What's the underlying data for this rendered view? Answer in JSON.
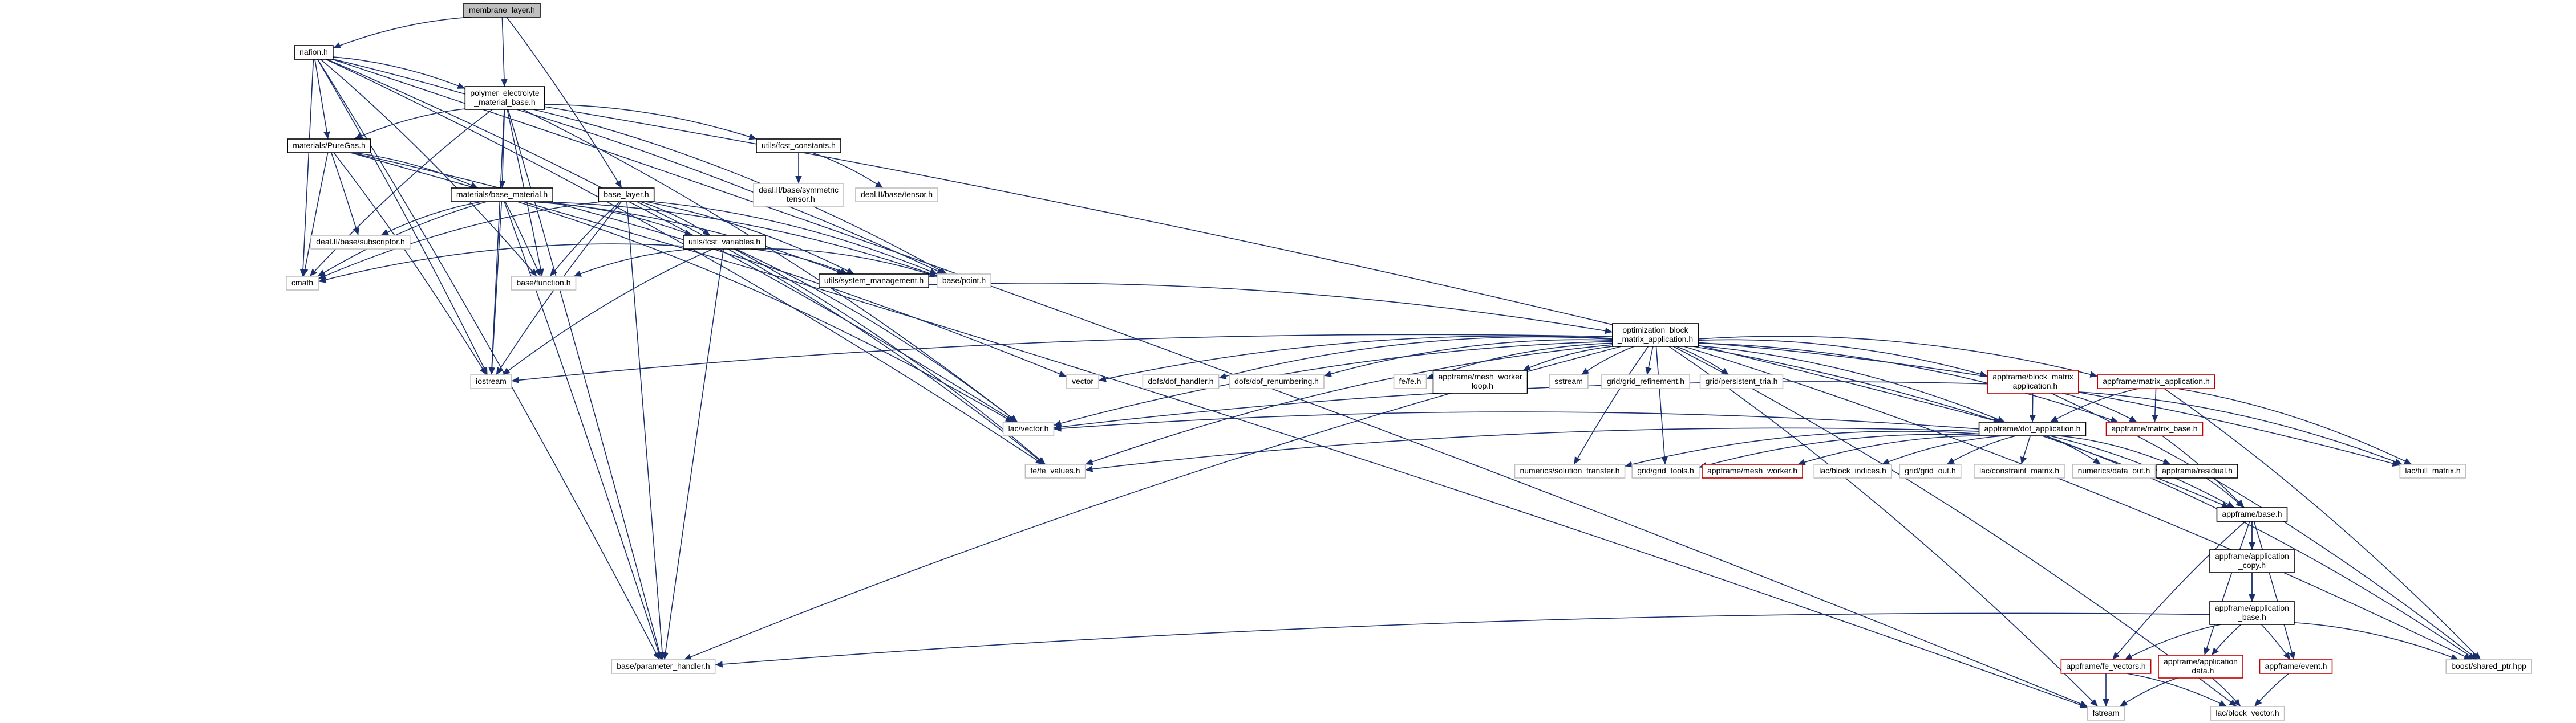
{
  "graph": {
    "nodes": [
      {
        "id": "membrane_layer",
        "lines": [
          "membrane_layer.h"
        ],
        "style": "root"
      },
      {
        "id": "nafion",
        "lines": [
          "nafion.h"
        ],
        "style": "solid"
      },
      {
        "id": "polymer",
        "lines": [
          "polymer_electrolyte",
          "_material_base.h"
        ],
        "style": "solid"
      },
      {
        "id": "base_layer",
        "lines": [
          "base_layer.h"
        ],
        "style": "solid"
      },
      {
        "id": "pureGas",
        "lines": [
          "materials/PureGas.h"
        ],
        "style": "solid"
      },
      {
        "id": "fcst_constants",
        "lines": [
          "utils/fcst_constants.h"
        ],
        "style": "solid"
      },
      {
        "id": "base_material",
        "lines": [
          "materials/base_material.h"
        ],
        "style": "solid"
      },
      {
        "id": "symm_tensor",
        "lines": [
          "deal.II/base/symmetric",
          "_tensor.h"
        ],
        "style": "light"
      },
      {
        "id": "tensor",
        "lines": [
          "deal.II/base/tensor.h"
        ],
        "style": "light"
      },
      {
        "id": "subscriptor",
        "lines": [
          "deal.II/base/subscriptor.h"
        ],
        "style": "light"
      },
      {
        "id": "fcst_variables",
        "lines": [
          "utils/fcst_variables.h"
        ],
        "style": "solid"
      },
      {
        "id": "cmath",
        "lines": [
          "cmath"
        ],
        "style": "light"
      },
      {
        "id": "base_function",
        "lines": [
          "base/function.h"
        ],
        "style": "light"
      },
      {
        "id": "base_point",
        "lines": [
          "base/point.h"
        ],
        "style": "light"
      },
      {
        "id": "vector",
        "lines": [
          "vector"
        ],
        "style": "light"
      },
      {
        "id": "system_management",
        "lines": [
          "utils/system_management.h"
        ],
        "style": "solid"
      },
      {
        "id": "optimization",
        "lines": [
          "optimization_block",
          "_matrix_application.h"
        ],
        "style": "solid"
      },
      {
        "id": "iostream",
        "lines": [
          "iostream"
        ],
        "style": "light"
      },
      {
        "id": "lac_vector",
        "lines": [
          "lac/vector.h"
        ],
        "style": "light"
      },
      {
        "id": "dof_handler",
        "lines": [
          "dofs/dof_handler.h"
        ],
        "style": "light"
      },
      {
        "id": "dof_renumbering",
        "lines": [
          "dofs/dof_renumbering.h"
        ],
        "style": "light"
      },
      {
        "id": "fe_fe",
        "lines": [
          "fe/fe.h"
        ],
        "style": "light"
      },
      {
        "id": "mesh_worker_loop",
        "lines": [
          "appframe/mesh_worker",
          "_loop.h"
        ],
        "style": "solid"
      },
      {
        "id": "sstream",
        "lines": [
          "sstream"
        ],
        "style": "light"
      },
      {
        "id": "grid_refinement",
        "lines": [
          "grid/grid_refinement.h"
        ],
        "style": "light"
      },
      {
        "id": "persistent_tria",
        "lines": [
          "grid/persistent_tria.h"
        ],
        "style": "light"
      },
      {
        "id": "block_matrix_app",
        "lines": [
          "appframe/block_matrix",
          "_application.h"
        ],
        "style": "red"
      },
      {
        "id": "matrix_app",
        "lines": [
          "appframe/matrix_application.h"
        ],
        "style": "red"
      },
      {
        "id": "matrix_base",
        "lines": [
          "appframe/matrix_base.h"
        ],
        "style": "red"
      },
      {
        "id": "dof_application",
        "lines": [
          "appframe/dof_application.h"
        ],
        "style": "solid"
      },
      {
        "id": "fe_values",
        "lines": [
          "fe/fe_values.h"
        ],
        "style": "light"
      },
      {
        "id": "solution_transfer",
        "lines": [
          "numerics/solution_transfer.h"
        ],
        "style": "light"
      },
      {
        "id": "grid_tools",
        "lines": [
          "grid/grid_tools.h"
        ],
        "style": "light"
      },
      {
        "id": "mesh_worker",
        "lines": [
          "appframe/mesh_worker.h"
        ],
        "style": "red"
      },
      {
        "id": "block_indices",
        "lines": [
          "lac/block_indices.h"
        ],
        "style": "light"
      },
      {
        "id": "grid_out",
        "lines": [
          "grid/grid_out.h"
        ],
        "style": "light"
      },
      {
        "id": "constraint_matrix",
        "lines": [
          "lac/constraint_matrix.h"
        ],
        "style": "light"
      },
      {
        "id": "data_out",
        "lines": [
          "numerics/data_out.h"
        ],
        "style": "light"
      },
      {
        "id": "residual",
        "lines": [
          "appframe/residual.h"
        ],
        "style": "solid"
      },
      {
        "id": "full_matrix",
        "lines": [
          "lac/full_matrix.h"
        ],
        "style": "light"
      },
      {
        "id": "appframe_base",
        "lines": [
          "appframe/base.h"
        ],
        "style": "solid"
      },
      {
        "id": "application_copy",
        "lines": [
          "appframe/application",
          "_copy.h"
        ],
        "style": "solid"
      },
      {
        "id": "application_base",
        "lines": [
          "appframe/application",
          "_base.h"
        ],
        "style": "solid"
      },
      {
        "id": "parameter_handler",
        "lines": [
          "base/parameter_handler.h"
        ],
        "style": "light"
      },
      {
        "id": "fe_vectors",
        "lines": [
          "appframe/fe_vectors.h"
        ],
        "style": "red"
      },
      {
        "id": "application_data",
        "lines": [
          "appframe/application",
          "_data.h"
        ],
        "style": "red"
      },
      {
        "id": "event",
        "lines": [
          "appframe/event.h"
        ],
        "style": "red"
      },
      {
        "id": "shared_ptr",
        "lines": [
          "boost/shared_ptr.hpp"
        ],
        "style": "light"
      },
      {
        "id": "fstream",
        "lines": [
          "fstream"
        ],
        "style": "light"
      },
      {
        "id": "block_vector",
        "lines": [
          "lac/block_vector.h"
        ],
        "style": "light"
      }
    ],
    "edges": [
      [
        "membrane_layer",
        "nafion"
      ],
      [
        "membrane_layer",
        "polymer"
      ],
      [
        "membrane_layer",
        "base_layer"
      ],
      [
        "nafion",
        "polymer"
      ],
      [
        "nafion",
        "pureGas"
      ],
      [
        "nafion",
        "cmath"
      ],
      [
        "nafion",
        "base_function"
      ],
      [
        "nafion",
        "base_point"
      ],
      [
        "nafion",
        "iostream"
      ],
      [
        "nafion",
        "lac_vector"
      ],
      [
        "nafion",
        "fe_values"
      ],
      [
        "nafion",
        "parameter_handler"
      ],
      [
        "nafion",
        "fstream"
      ],
      [
        "polymer",
        "pureGas"
      ],
      [
        "polymer",
        "fcst_constants"
      ],
      [
        "polymer",
        "base_material"
      ],
      [
        "polymer",
        "cmath"
      ],
      [
        "polymer",
        "base_function"
      ],
      [
        "polymer",
        "base_point"
      ],
      [
        "polymer",
        "iostream"
      ],
      [
        "polymer",
        "lac_vector"
      ],
      [
        "polymer",
        "parameter_handler"
      ],
      [
        "polymer",
        "dof_application"
      ],
      [
        "pureGas",
        "base_material"
      ],
      [
        "pureGas",
        "subscriptor"
      ],
      [
        "pureGas",
        "cmath"
      ],
      [
        "pureGas",
        "iostream"
      ],
      [
        "pureGas",
        "vector"
      ],
      [
        "pureGas",
        "fstream"
      ],
      [
        "fcst_constants",
        "symm_tensor"
      ],
      [
        "fcst_constants",
        "tensor"
      ],
      [
        "base_material",
        "subscriptor"
      ],
      [
        "base_material",
        "fcst_variables"
      ],
      [
        "base_material",
        "system_management"
      ],
      [
        "base_material",
        "cmath"
      ],
      [
        "base_material",
        "base_function"
      ],
      [
        "base_material",
        "base_point"
      ],
      [
        "base_material",
        "iostream"
      ],
      [
        "base_material",
        "lac_vector"
      ],
      [
        "base_material",
        "parameter_handler"
      ],
      [
        "base_layer",
        "fcst_variables"
      ],
      [
        "base_layer",
        "system_management"
      ],
      [
        "base_layer",
        "base_function"
      ],
      [
        "base_layer",
        "base_point"
      ],
      [
        "base_layer",
        "cmath"
      ],
      [
        "base_layer",
        "iostream"
      ],
      [
        "base_layer",
        "parameter_handler"
      ],
      [
        "base_layer",
        "fe_values"
      ],
      [
        "fcst_variables",
        "system_management"
      ],
      [
        "fcst_variables",
        "cmath"
      ],
      [
        "fcst_variables",
        "base_function"
      ],
      [
        "fcst_variables",
        "base_point"
      ],
      [
        "fcst_variables",
        "iostream"
      ],
      [
        "fcst_variables",
        "lac_vector"
      ],
      [
        "fcst_variables",
        "fe_values"
      ],
      [
        "fcst_variables",
        "parameter_handler"
      ],
      [
        "system_management",
        "optimization"
      ],
      [
        "optimization",
        "iostream"
      ],
      [
        "optimization",
        "vector"
      ],
      [
        "optimization",
        "dof_handler"
      ],
      [
        "optimization",
        "dof_renumbering"
      ],
      [
        "optimization",
        "fe_fe"
      ],
      [
        "optimization",
        "mesh_worker_loop"
      ],
      [
        "optimization",
        "sstream"
      ],
      [
        "optimization",
        "grid_refinement"
      ],
      [
        "optimization",
        "persistent_tria"
      ],
      [
        "optimization",
        "block_matrix_app"
      ],
      [
        "optimization",
        "matrix_app"
      ],
      [
        "optimization",
        "lac_vector"
      ],
      [
        "optimization",
        "fe_values"
      ],
      [
        "optimization",
        "dof_application"
      ],
      [
        "optimization",
        "matrix_base"
      ],
      [
        "optimization",
        "full_matrix"
      ],
      [
        "optimization",
        "shared_ptr"
      ],
      [
        "optimization",
        "block_vector"
      ],
      [
        "optimization",
        "parameter_handler"
      ],
      [
        "optimization",
        "fstream"
      ],
      [
        "optimization",
        "solution_transfer"
      ],
      [
        "optimization",
        "grid_tools"
      ],
      [
        "optimization",
        "appframe_base"
      ],
      [
        "block_matrix_app",
        "dof_application"
      ],
      [
        "block_matrix_app",
        "matrix_base"
      ],
      [
        "block_matrix_app",
        "lac_vector"
      ],
      [
        "block_matrix_app",
        "full_matrix"
      ],
      [
        "block_matrix_app",
        "shared_ptr"
      ],
      [
        "matrix_app",
        "dof_application"
      ],
      [
        "matrix_app",
        "matrix_base"
      ],
      [
        "matrix_app",
        "full_matrix"
      ],
      [
        "matrix_app",
        "shared_ptr"
      ],
      [
        "dof_application",
        "fe_values"
      ],
      [
        "dof_application",
        "solution_transfer"
      ],
      [
        "dof_application",
        "grid_tools"
      ],
      [
        "dof_application",
        "mesh_worker"
      ],
      [
        "dof_application",
        "block_indices"
      ],
      [
        "dof_application",
        "grid_out"
      ],
      [
        "dof_application",
        "constraint_matrix"
      ],
      [
        "dof_application",
        "data_out"
      ],
      [
        "dof_application",
        "residual"
      ],
      [
        "dof_application",
        "appframe_base"
      ],
      [
        "dof_application",
        "shared_ptr"
      ],
      [
        "dof_application",
        "lac_vector"
      ],
      [
        "matrix_base",
        "appframe_base"
      ],
      [
        "residual",
        "appframe_base"
      ],
      [
        "appframe_base",
        "application_copy"
      ],
      [
        "appframe_base",
        "application_base"
      ],
      [
        "appframe_base",
        "fe_vectors"
      ],
      [
        "appframe_base",
        "application_data"
      ],
      [
        "appframe_base",
        "event"
      ],
      [
        "application_copy",
        "application_base"
      ],
      [
        "application_base",
        "parameter_handler"
      ],
      [
        "application_base",
        "fe_vectors"
      ],
      [
        "application_base",
        "application_data"
      ],
      [
        "application_base",
        "event"
      ],
      [
        "application_base",
        "shared_ptr"
      ],
      [
        "fe_vectors",
        "fstream"
      ],
      [
        "fe_vectors",
        "block_vector"
      ],
      [
        "application_data",
        "fstream"
      ],
      [
        "application_data",
        "block_vector"
      ],
      [
        "event",
        "block_vector"
      ]
    ]
  }
}
